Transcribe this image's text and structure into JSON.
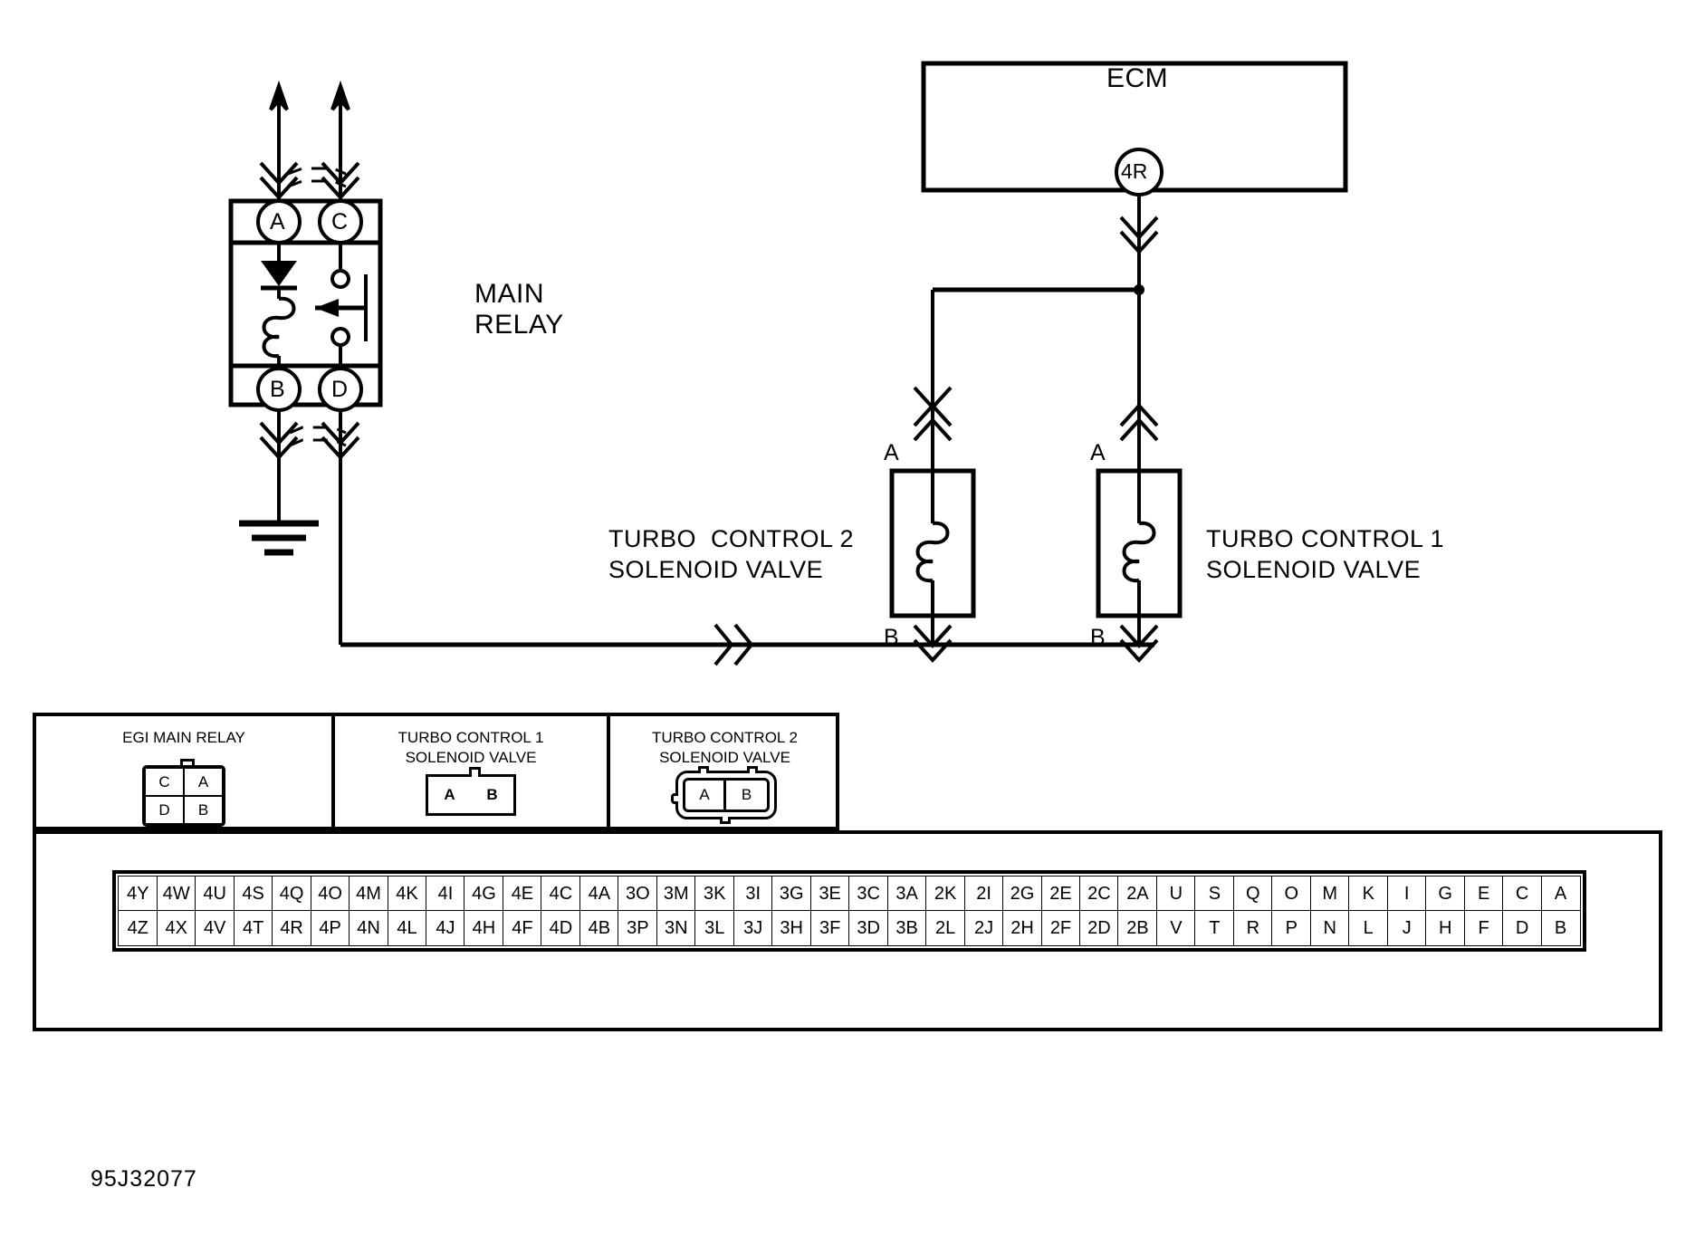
{
  "diagram": {
    "code": "95J32077",
    "ecm": {
      "title": "ECM",
      "pin": "4R"
    },
    "main_relay": {
      "label_line1": "MAIN",
      "label_line2": "RELAY",
      "pins": {
        "top_left": "A",
        "top_right": "C",
        "bottom_left": "B",
        "bottom_right": "D"
      }
    },
    "solenoid_2": {
      "label_line1": "TURBO  CONTROL 2",
      "label_line2": "SOLENOID VALVE",
      "pin_top": "A",
      "pin_bottom": "B"
    },
    "solenoid_1": {
      "label_line1": "TURBO CONTROL 1",
      "label_line2": "SOLENOID VALVE",
      "pin_top": "A",
      "pin_bottom": "B"
    }
  },
  "connector_panel": {
    "panes": [
      {
        "title_line1": "EGI MAIN RELAY",
        "title_line2": "",
        "type": "relay-4pin",
        "cells": [
          "C",
          "A",
          "D",
          "B"
        ]
      },
      {
        "title_line1": "TURBO CONTROL 1",
        "title_line2": "SOLENOID VALVE",
        "type": "flat-2pin",
        "cells": [
          "A",
          "B"
        ]
      },
      {
        "title_line1": "TURBO CONTROL 2",
        "title_line2": "SOLENOID VALVE",
        "type": "round-2pin",
        "cells": [
          "A",
          "B"
        ]
      }
    ]
  },
  "pin_table": {
    "top_row": [
      "4Y",
      "4W",
      "4U",
      "4S",
      "4Q",
      "4O",
      "4M",
      "4K",
      "4I",
      "4G",
      "4E",
      "4C",
      "4A",
      "3O",
      "3M",
      "3K",
      "3I",
      "3G",
      "3E",
      "3C",
      "3A",
      "2K",
      "2I",
      "2G",
      "2E",
      "2C",
      "2A",
      "U",
      "S",
      "Q",
      "O",
      "M",
      "K",
      "I",
      "G",
      "E",
      "C",
      "A"
    ],
    "bottom_row": [
      "4Z",
      "4X",
      "4V",
      "4T",
      "4R",
      "4P",
      "4N",
      "4L",
      "4J",
      "4H",
      "4F",
      "4D",
      "4B",
      "3P",
      "3N",
      "3L",
      "3J",
      "3H",
      "3F",
      "3D",
      "3B",
      "2L",
      "2J",
      "2H",
      "2F",
      "2D",
      "2B",
      "V",
      "T",
      "R",
      "P",
      "N",
      "L",
      "J",
      "H",
      "F",
      "D",
      "B"
    ]
  },
  "colors": {
    "ink": "#000000",
    "paper": "#ffffff"
  }
}
